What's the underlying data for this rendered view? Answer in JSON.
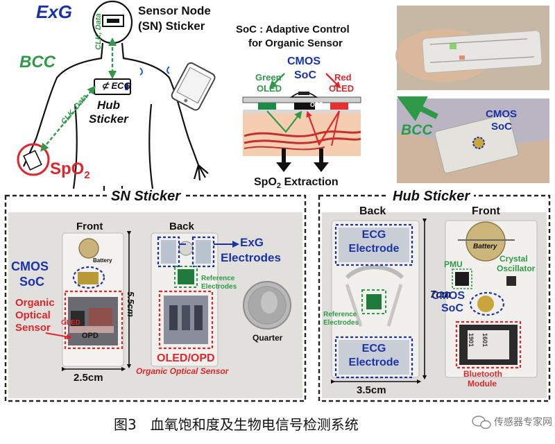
{
  "colors": {
    "blue_label": "#1a33a8",
    "green_label": "#2e9a48",
    "red_label": "#e0262c",
    "dark": "#111111",
    "board_green": "#1f8a45",
    "board_red": "#e53030"
  },
  "top": {
    "exg": "ExG",
    "sensor_node_line1": "Sensor Node",
    "sensor_node_line2": "(SN) Sticker",
    "bcc": "BCC",
    "clk_data_1": "CLK, Data",
    "clk_data_2": "CLK, Data",
    "ecg_label": "ECG",
    "hub_line1": "Hub",
    "hub_line2": "Sticker",
    "spo2": "SpO",
    "spo2_sub": "2",
    "soc_title_line1": "SoC : Adaptive Control",
    "soc_title_line2": "for Organic Sensor",
    "cmos": "CMOS",
    "soc": "SoC",
    "green_oled_line1": "Green",
    "green_oled_line2": "OLED",
    "red_oled_line1": "Red",
    "red_oled_line2": "OLED",
    "opd": "OPD",
    "extraction": "SpO",
    "extraction_sub": "2",
    "extraction_rest": " Extraction",
    "bcc_photo": "BCC",
    "cmos_photo": "CMOS",
    "soc_photo": "SoC"
  },
  "sn_panel": {
    "title": "SN Sticker",
    "front": "Front",
    "back": "Back",
    "battery": "Battery",
    "cmos": "CMOS",
    "soc": "SoC",
    "organic_line1": "Organic",
    "organic_line2": "Optical",
    "organic_line3": "Sensor",
    "opd": "OPD",
    "oled": "OLED",
    "height": "5.5cm",
    "width": "2.5cm",
    "exg_line1": "ExG",
    "exg_line2": "Electrodes",
    "ref_line1": "Reference",
    "ref_line2": "Electrodes",
    "quarter": "Quarter",
    "oled_opd": "OLED/OPD",
    "organic_optical_sensor": "Organic Optical Sensor"
  },
  "hub_panel": {
    "title": "Hub Sticker",
    "back": "Back",
    "front": "Front",
    "ecg_top_line1": "ECG",
    "ecg_top_line2": "Electrode",
    "ecg_bottom_line1": "ECG",
    "ecg_bottom_line2": "Electrode",
    "ref_line1": "Reference",
    "ref_line2": "Electrodes",
    "height": "7cm",
    "width": "3.5cm",
    "battery": "Battery",
    "pmu": "PMU",
    "crystal_line1": "Crystal",
    "crystal_line2": "Oscillator",
    "cmos": "CMOS",
    "soc": "SoC",
    "chip_code_1": "1901",
    "chip_code_2": "1601",
    "bluetooth_line1": "Bluetooth",
    "bluetooth_line2": "Module"
  },
  "caption": {
    "text": "图3　血氧饱和度及生物电信号检测系统",
    "watermark": "传感器专家网"
  }
}
